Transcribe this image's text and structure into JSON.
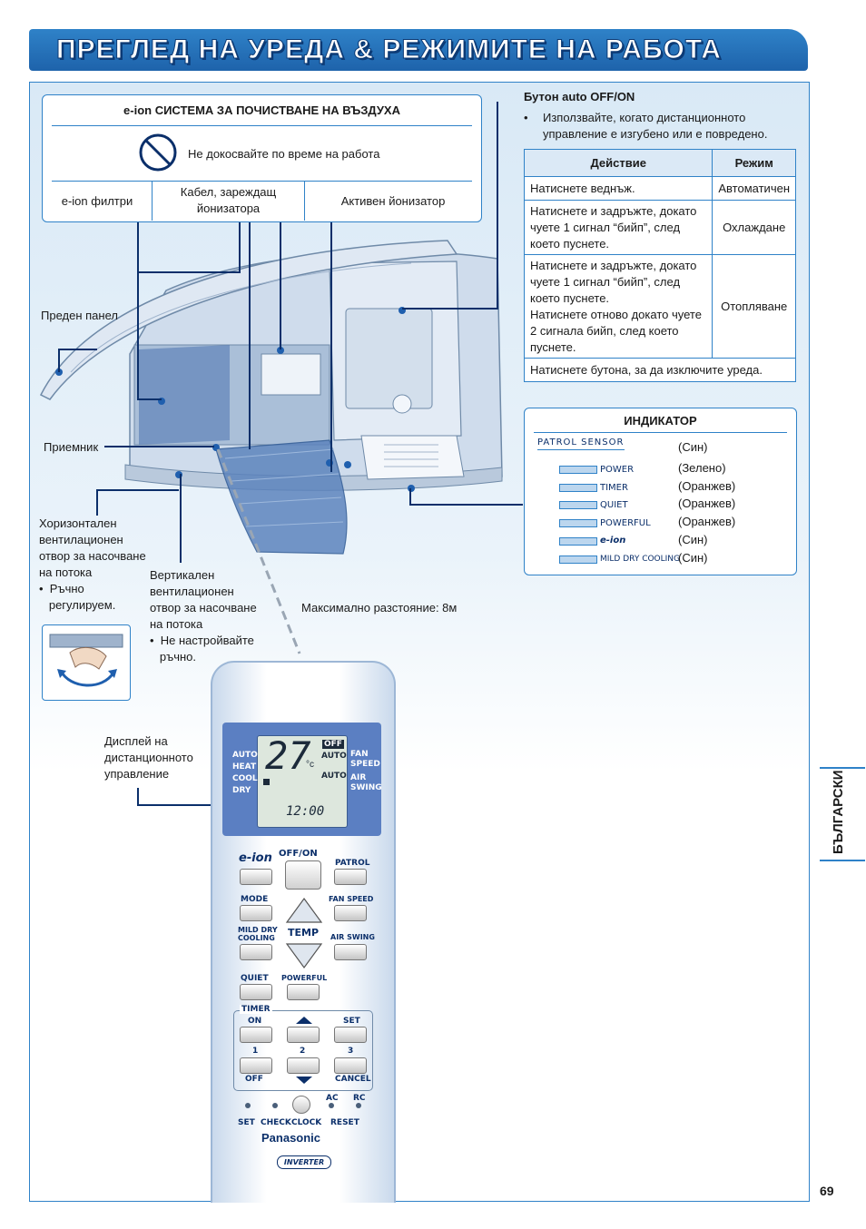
{
  "title": "ПРЕГЛЕД НА УРЕДА & РЕЖИМИТЕ НА РАБОТА",
  "eion_box": {
    "heading": "e-ion СИСТЕМА ЗА ПОЧИСТВАНЕ НА ВЪЗДУХА",
    "warning": "Не докосвайте по време на работа",
    "col1": "e-ion филтри",
    "col2_line1": "Кабел, зареждащ",
    "col2_line2": "йонизатора",
    "col3": "Активен йонизатор"
  },
  "auto_button": {
    "heading": "Бутон auto OFF/ON",
    "bullet_line1": "Използвайте, когато дистанционното",
    "bullet_line2": "управление е изгубено или е повредено."
  },
  "action_table": {
    "header_action": "Действие",
    "header_mode": "Режим",
    "rows": [
      {
        "action": [
          "Натиснете веднъж."
        ],
        "mode": "Автоматичен"
      },
      {
        "action": [
          "Натиснете и задръжте, докато",
          "чуете 1 сигнал “бийп”, след",
          "което пуснете."
        ],
        "mode": "Охлаждане"
      },
      {
        "action": [
          "Натиснете и задръжте, докато",
          "чуете 1 сигнал “бийп”, след",
          "което пуснете.",
          "Натиснете отново докато чуете",
          "2 сигнала бийп, след което",
          "пуснете."
        ],
        "mode": "Отопляване"
      }
    ],
    "footer": "Натиснете бутона, за да изключите уреда."
  },
  "indicator": {
    "heading": "ИНДИКАТОР",
    "items": [
      {
        "label": "PATROL SENSOR",
        "color": "(Син)"
      },
      {
        "label": "POWER",
        "color": "(Зелено)"
      },
      {
        "label": "TIMER",
        "color": "(Оранжев)"
      },
      {
        "label": "QUIET",
        "color": "(Оранжев)"
      },
      {
        "label": "POWERFUL",
        "color": "(Оранжев)"
      },
      {
        "label": "e-ion",
        "color": "(Син)"
      },
      {
        "label": "MILD DRY COOLING",
        "color": "(Син)"
      }
    ]
  },
  "unit_labels": {
    "front_panel": "Преден панел",
    "receiver": "Приемник",
    "horizontal": [
      "Хоризонтален",
      "вентилационен",
      "отвор за насочване",
      "на потока",
      "•  Ръчно",
      "   регулируем."
    ],
    "vertical": [
      "Вертикален",
      "вентилационен",
      "отвор за насочване",
      "на потока",
      "•  Не настройвайте",
      "   ръчно."
    ],
    "max_distance": "Максимално разстояние: 8м",
    "remote_display": [
      "Дисплей на",
      "дистанционното",
      "управление"
    ]
  },
  "remote": {
    "display": {
      "temp": "27",
      "unit": "°c",
      "off": "OFF",
      "auto1": "AUTO",
      "auto2": "AUTO",
      "modes": [
        "AUTO",
        "HEAT",
        "COOL",
        "DRY"
      ],
      "fan": [
        "FAN",
        "SPEED"
      ],
      "swing": [
        "AIR",
        "SWING"
      ],
      "clock": "12:00"
    },
    "buttons": {
      "eion": "e-ion",
      "offon": "OFF/ON",
      "patrol": "PATROL",
      "mode": "MODE",
      "fan_speed": "FAN SPEED",
      "mild1": "MILD DRY",
      "mild2": "COOLING",
      "temp": "TEMP",
      "air_swing": "AIR SWING",
      "quiet": "QUIET",
      "powerful": "POWERFUL",
      "timer": "TIMER",
      "on": "ON",
      "set": "SET",
      "one": "1",
      "two": "2",
      "three": "3",
      "off": "OFF",
      "cancel": "CANCEL",
      "ac": "AC",
      "rc": "RC",
      "bottom_set": "SET",
      "check": "CHECK",
      "clock": "CLOCK",
      "reset": "RESET"
    },
    "brand": "Panasonic",
    "inverter": "INVERTER"
  },
  "side_tab": "БЪЛГАРСКИ",
  "page_number": "69"
}
